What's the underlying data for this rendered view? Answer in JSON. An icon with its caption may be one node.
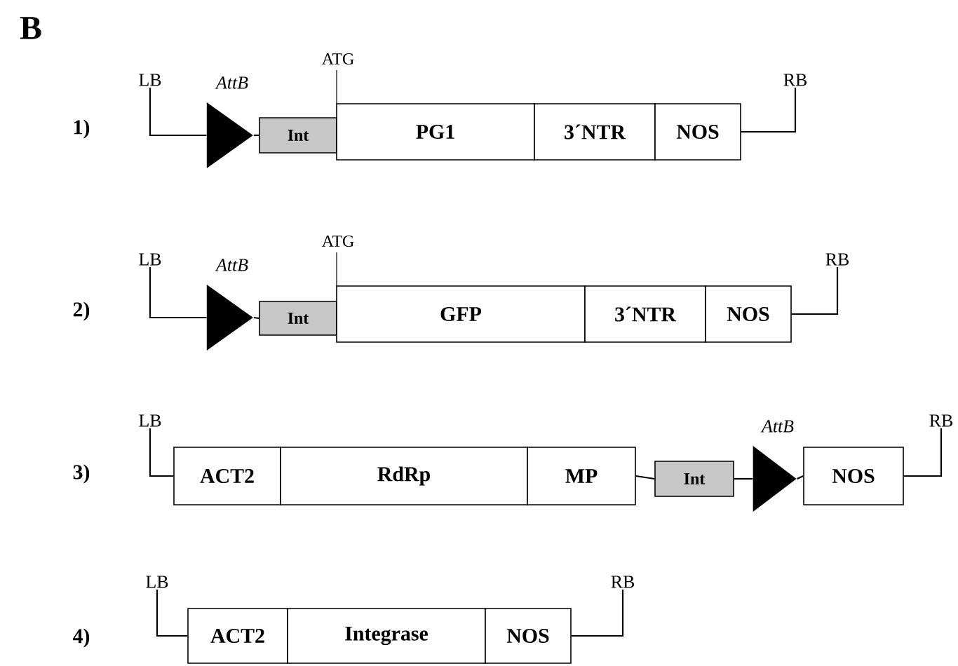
{
  "diagram": {
    "nodes": [
      {
        "text": [
          "LB"
        ]
      },
      {
        "text": [],
        "shape": "triangle",
        "beside": [
          "AttB"
        ]
      },
      {
        "text": [
          "Int"
        ]
      },
      {
        "text": [
          "PG1"
        ]
      },
      {
        "text": [
          "3´NTR"
        ]
      },
      {
        "text": [
          "NOS"
        ]
      },
      {
        "text": [
          "RB"
        ]
      },
      {
        "text": [
          "LB"
        ]
      },
      {
        "text": [],
        "shape": "triangle",
        "beside": [
          "AttB"
        ]
      },
      {
        "text": [
          "Int"
        ]
      },
      {
        "text": [
          "GFP"
        ]
      },
      {
        "text": [
          "3´NTR"
        ]
      },
      {
        "text": [
          "NOS"
        ]
      },
      {
        "text": [
          "RB"
        ]
      },
      {
        "text": [
          "LB"
        ]
      },
      {
        "text": [
          "ACT2"
        ]
      },
      {
        "text": [
          "RdRp"
        ]
      },
      {
        "text": [
          "MP"
        ]
      },
      {
        "text": [
          "Int"
        ]
      },
      {
        "text": [],
        "shape": "triangle",
        "beside": [
          "AttB"
        ]
      },
      {
        "text": [
          "NOS"
        ]
      },
      {
        "text": [
          "RB"
        ]
      },
      {
        "text": [
          "LB"
        ]
      },
      {
        "text": [
          "ACT2"
        ]
      },
      {
        "text": [
          "Integrase"
        ]
      },
      {
        "text": [
          "NOS"
        ]
      },
      {
        "text": [
          "RB"
        ]
      }
    ],
    "edges": [
      {
        "from": 0,
        "to": 1,
        "arrow": "none"
      },
      {
        "from": 1,
        "to": 2,
        "arrow": "none"
      },
      {
        "from": 5,
        "to": 6,
        "arrow": "none"
      },
      {
        "from": 7,
        "to": 8,
        "arrow": "none"
      },
      {
        "from": 8,
        "to": 9,
        "arrow": "none"
      },
      {
        "from": 12,
        "to": 13,
        "arrow": "none"
      },
      {
        "from": 14,
        "to": 15,
        "arrow": "none"
      },
      {
        "from": 17,
        "to": 18,
        "arrow": "none"
      },
      {
        "from": 18,
        "to": 19,
        "arrow": "none"
      },
      {
        "from": 19,
        "to": 20,
        "arrow": "none"
      },
      {
        "from": 20,
        "to": 21,
        "arrow": "none"
      },
      {
        "from": 22,
        "to": 23,
        "arrow": "none"
      },
      {
        "from": 25,
        "to": 26,
        "arrow": "none"
      }
    ],
    "labels": [
      "B",
      "ATG",
      "1)",
      "ATG",
      "2)",
      "3)",
      "4)"
    ]
  }
}
